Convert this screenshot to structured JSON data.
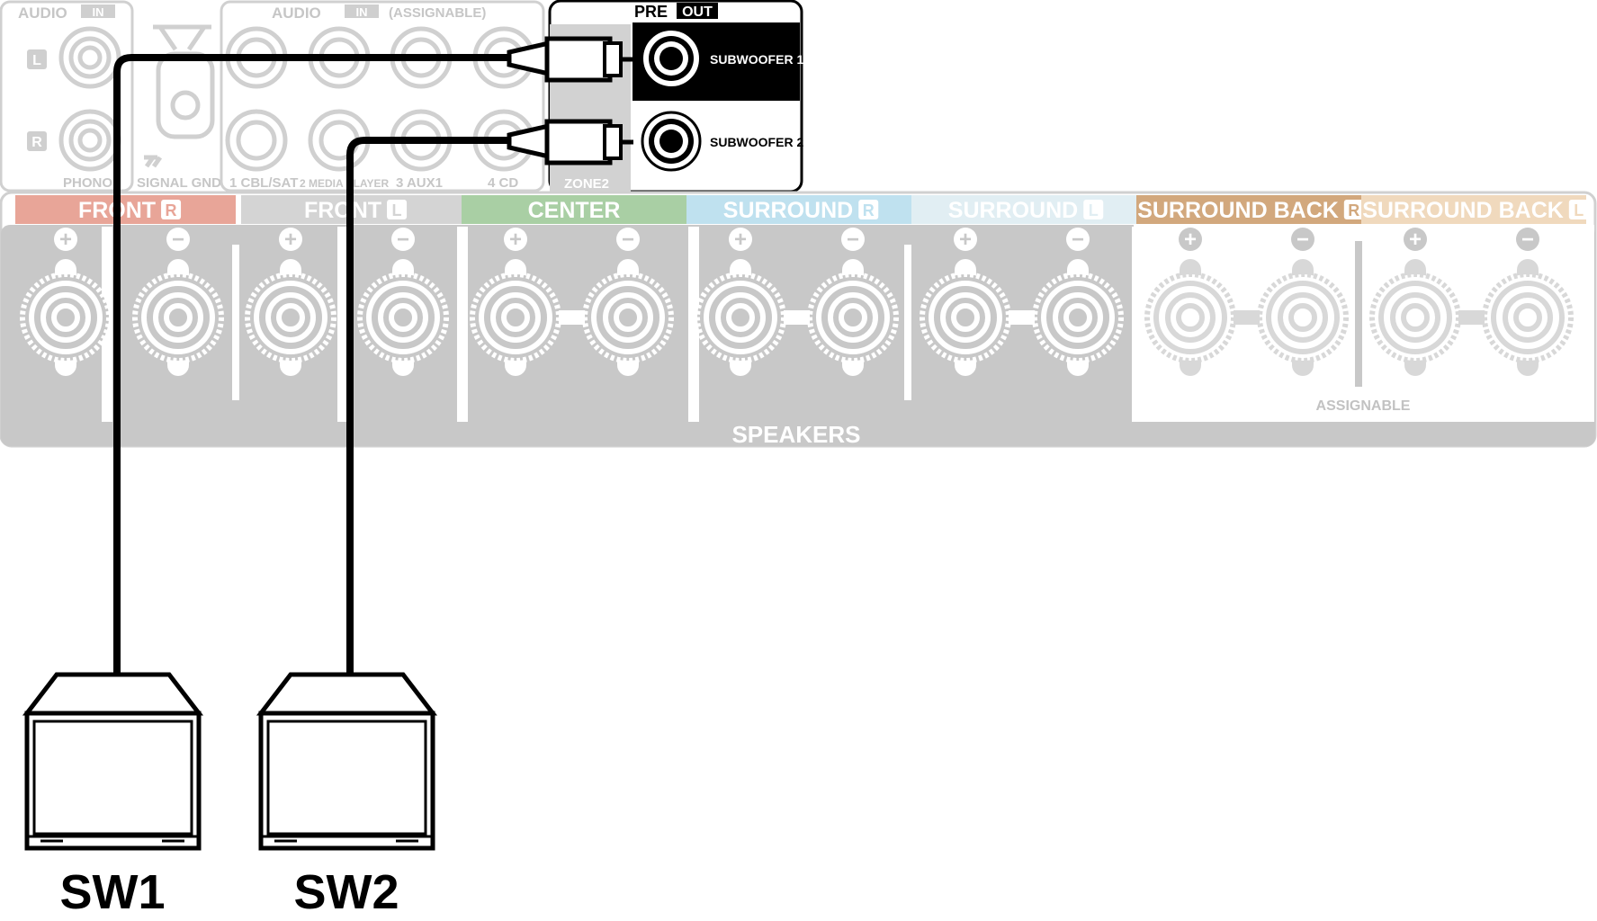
{
  "audio_in_left": {
    "header": "AUDIO",
    "header_tag": "IN",
    "channel_l": "L",
    "channel_r": "R",
    "phono_label": "PHONO",
    "signal_gnd_label": "SIGNAL GND"
  },
  "audio_in_assignable": {
    "header": "AUDIO",
    "header_tag": "IN",
    "header_note": "(ASSIGNABLE)",
    "inputs": [
      "1 CBL/SAT",
      "2 MEDIA PLAYER",
      "3 AUX1",
      "4 CD"
    ]
  },
  "pre_out": {
    "header": "PRE",
    "header_tag": "OUT",
    "zone2_label": "ZONE2",
    "subwoofer_1": "SUBWOOFER 1",
    "subwoofer_2": "SUBWOOFER 2"
  },
  "speakers": {
    "panel_label": "SPEAKERS",
    "assignable_label": "ASSIGNABLE",
    "plus_symbol": "+",
    "minus_symbol": "−",
    "channels": [
      {
        "name": "FRONT",
        "tag": "R",
        "color": "#e8a598"
      },
      {
        "name": "FRONT",
        "tag": "L",
        "color": "#d4d4d4"
      },
      {
        "name": "CENTER",
        "tag": "",
        "color": "#a9cfa4"
      },
      {
        "name": "SURROUND",
        "tag": "R",
        "color": "#bfe1ef"
      },
      {
        "name": "SURROUND",
        "tag": "L",
        "color": "#e1eef3"
      },
      {
        "name": "SURROUND BACK",
        "tag": "R",
        "color": "#d2a87d"
      },
      {
        "name": "SURROUND BACK",
        "tag": "L",
        "color": "#f0d9bd"
      }
    ]
  },
  "subwoofers": [
    "SW1",
    "SW2"
  ],
  "colors": {
    "panel_gray": "#c8c8c8",
    "faded_gray": "#d0d0d0",
    "pre_out_black": "#000000",
    "cable_black": "#000000"
  }
}
